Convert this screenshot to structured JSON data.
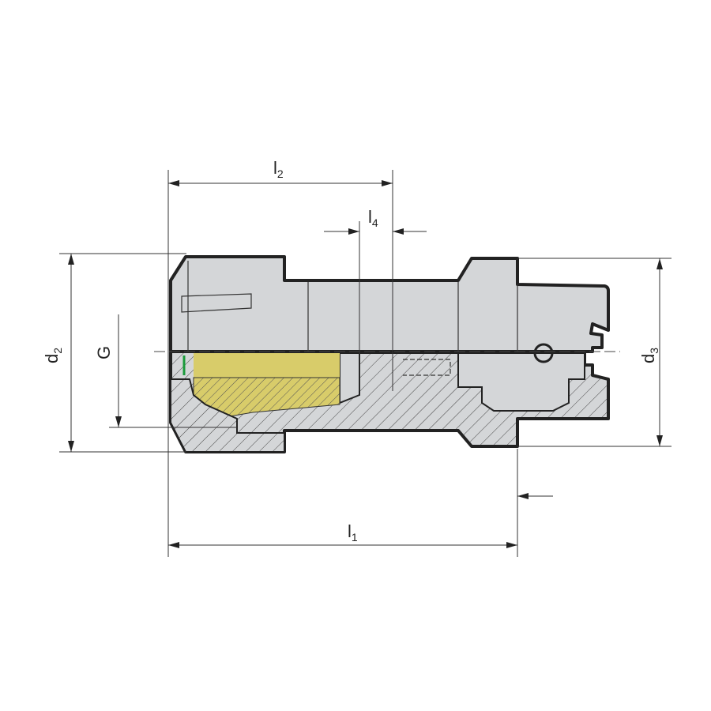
{
  "drawing": {
    "title": "Collet chuck holder section drawing",
    "labels": {
      "l1": "l",
      "l1_sub": "1",
      "l2": "l",
      "l2_sub": "2",
      "l4": "l",
      "l4_sub": "4",
      "d2": "d",
      "d2_sub": "2",
      "d3": "d",
      "d3_sub": "3",
      "G": "G"
    },
    "colors": {
      "body": "#d4d6d8",
      "collet": "#d8cc6a",
      "outline": "#222222",
      "seal": "#1a9a3a"
    }
  }
}
